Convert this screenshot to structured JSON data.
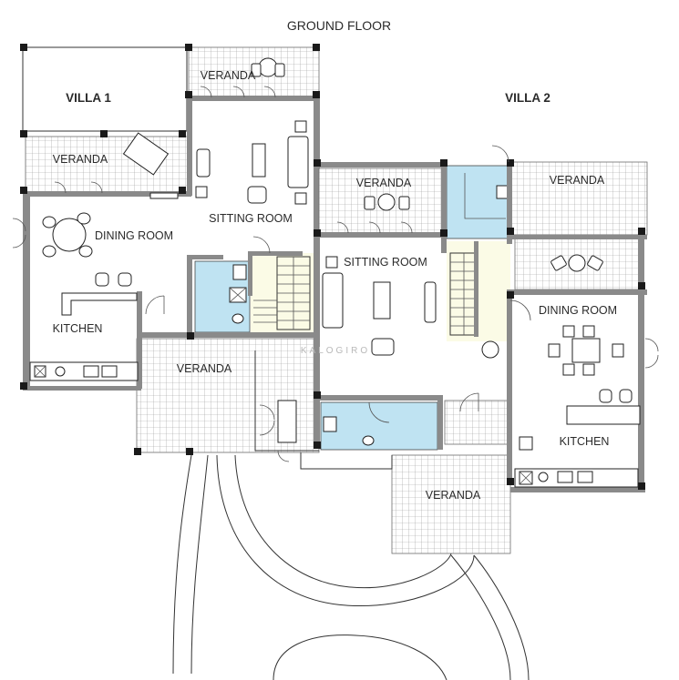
{
  "title": "GROUND FLOOR",
  "villas": [
    {
      "name": "VILLA 1"
    },
    {
      "name": "VILLA 2"
    }
  ],
  "rooms": {
    "v1_veranda_top": "VERANDA",
    "v1_veranda_left": "VERANDA",
    "v1_sitting_room": "SITTING ROOM",
    "v1_dining_room": "DINING ROOM",
    "v1_kitchen": "KITCHEN",
    "v1_veranda_front": "VERANDA",
    "v2_veranda_mid": "VERANDA",
    "v2_veranda_right": "VERANDA",
    "v2_sitting_room": "SITTING ROOM",
    "v2_dining_room": "DINING ROOM",
    "v2_kitchen": "KITCHEN",
    "v2_veranda_front": "VERANDA"
  },
  "watermark": "KALOGIRO",
  "colors": {
    "bathroom": "#bfe3f2",
    "hallway": "#fbfbe6",
    "wall": "#8a8a8a",
    "text": "#2b2b2b"
  }
}
